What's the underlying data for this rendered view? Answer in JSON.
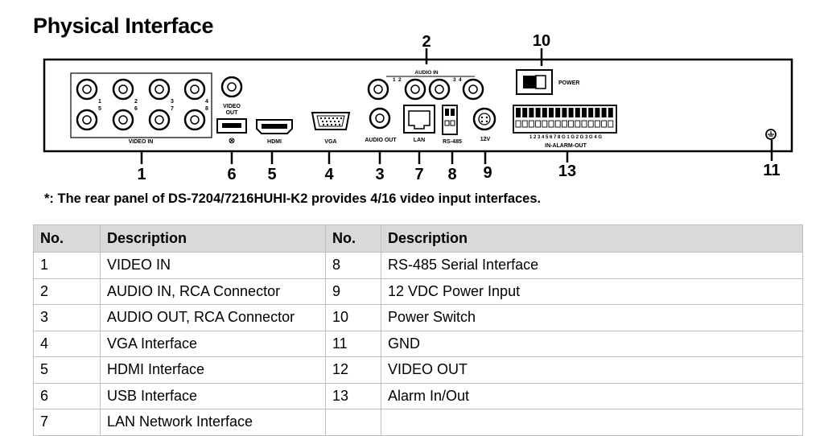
{
  "title": "Physical Interface",
  "note": "*: The rear panel of DS-7204/7216HUHI-K2 provides 4/16 video input interfaces.",
  "panel": {
    "labels": {
      "video_in": "VIDEO IN",
      "video_out_1": "VIDEO",
      "video_out_2": "OUT",
      "usb": "⭙",
      "hdmi": "HDMI",
      "vga": "VGA",
      "audio_out": "AUDIO OUT",
      "audio_in": "AUDIO IN",
      "lan": "LAN",
      "rs485": "RS-485",
      "power_12v": "12V",
      "power": "POWER",
      "alarm": "IN-ALARM-OUT",
      "alarm_pins": "1 2 3 4 5 6 7 8 G 1 G 2 G 3 G 4 G"
    },
    "channel_numbers": [
      "1",
      "2",
      "3",
      "4",
      "5",
      "6",
      "7",
      "8"
    ],
    "audio_in_numbers": [
      "1",
      "2",
      "3",
      "4"
    ],
    "callouts": [
      "1",
      "2",
      "3",
      "4",
      "5",
      "6",
      "7",
      "8",
      "9",
      "10",
      "11",
      "13"
    ]
  },
  "table": {
    "headers": [
      "No.",
      "Description",
      "No.",
      "Description"
    ],
    "rows": [
      [
        "1",
        "VIDEO IN",
        "8",
        "RS-485 Serial Interface"
      ],
      [
        "2",
        "AUDIO IN, RCA Connector",
        "9",
        "12 VDC Power Input"
      ],
      [
        "3",
        "AUDIO OUT, RCA Connector",
        "10",
        "Power Switch"
      ],
      [
        "4",
        "VGA Interface",
        "11",
        "GND"
      ],
      [
        "5",
        "HDMI Interface",
        "12",
        "VIDEO OUT"
      ],
      [
        "6",
        "USB Interface",
        "13",
        "Alarm In/Out"
      ],
      [
        "7",
        "LAN Network Interface",
        "",
        ""
      ]
    ]
  }
}
